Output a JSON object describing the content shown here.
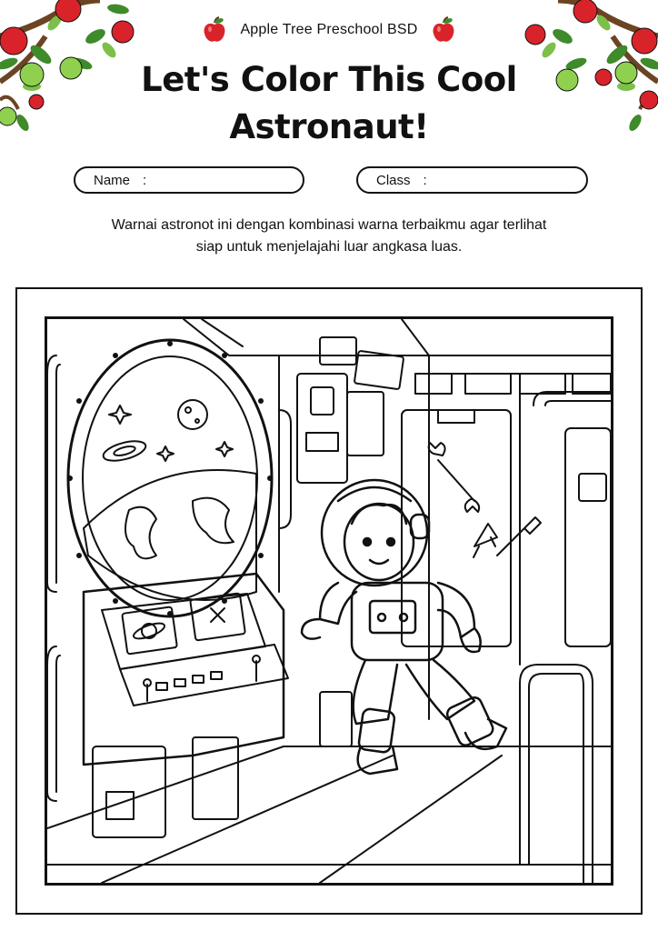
{
  "header": {
    "school_name": "Apple Tree Preschool BSD",
    "title_line1": "Let's Color This Cool",
    "title_line2": "Astronaut!"
  },
  "form": {
    "name_label": "Name",
    "name_colon": ":",
    "class_label": "Class",
    "class_colon": ":"
  },
  "instructions": {
    "line1": "Warnai astronot ini dengan kombinasi warna terbaikmu agar terlihat",
    "line2": "siap untuk menjelajahi luar angkasa luas."
  },
  "colors": {
    "apple_red": "#d9232a",
    "leaf_green": "#3f8a2a",
    "light_green": "#7cc04a",
    "branch_brown": "#6b4423",
    "ink": "#111111"
  },
  "icons": [
    "apple-icon",
    "apple-tree-branch",
    "astronaut-coloring-illustration"
  ]
}
